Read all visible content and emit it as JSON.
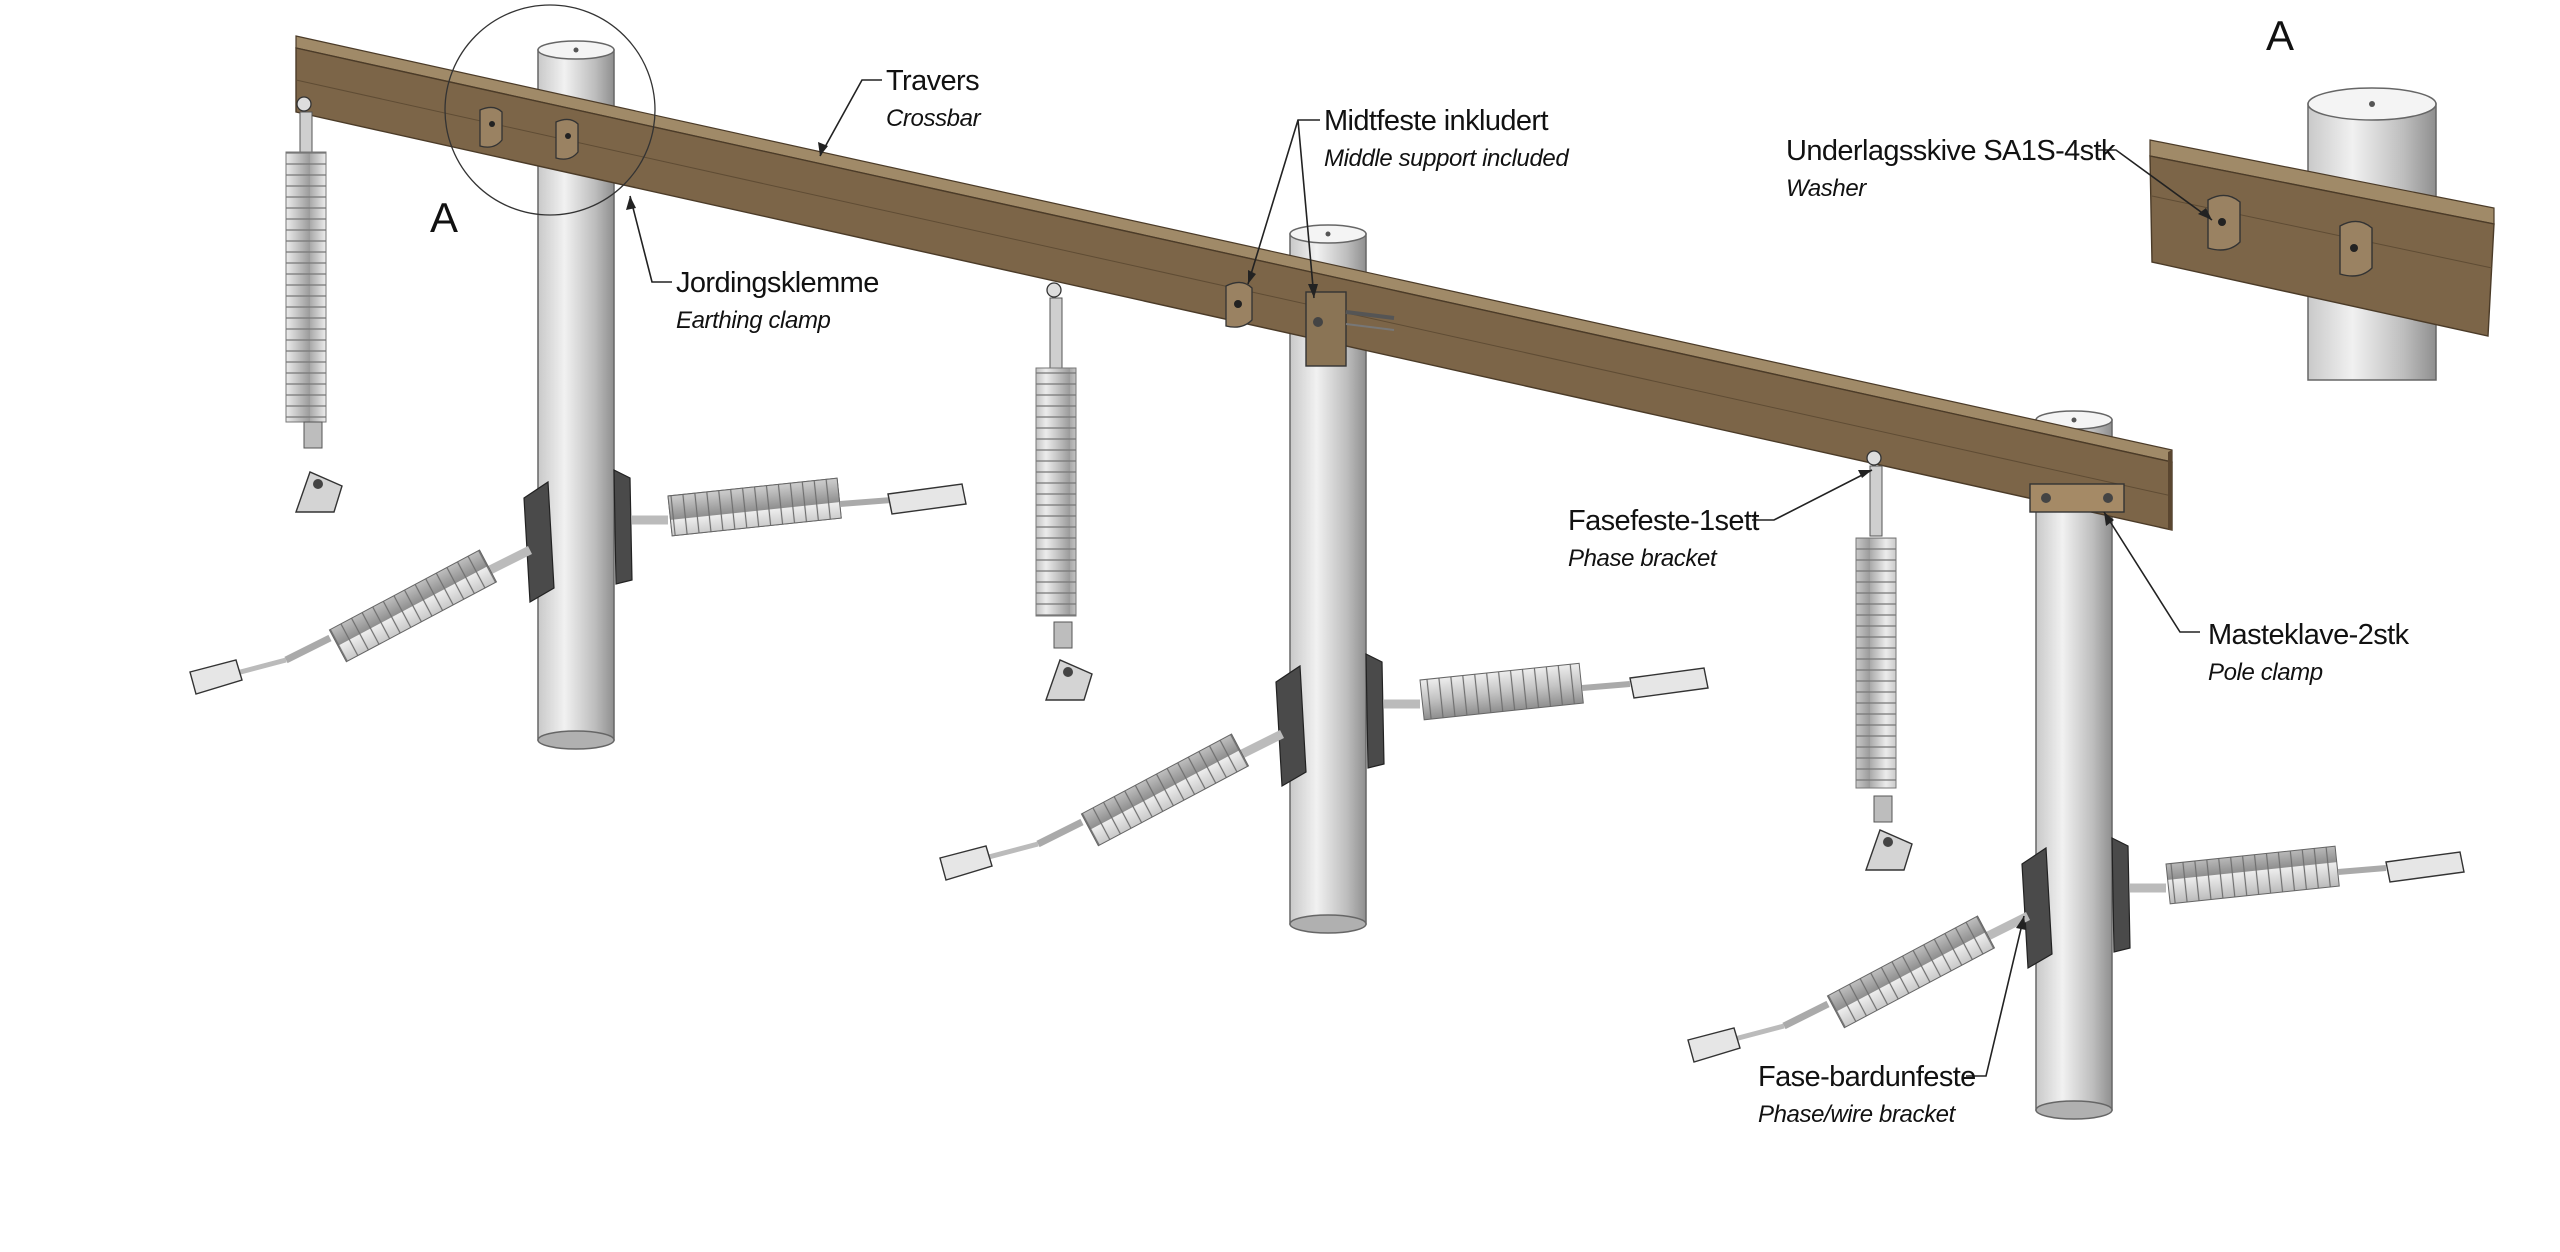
{
  "labels": {
    "travers": {
      "main": "Travers",
      "sub": "Crossbar"
    },
    "jording": {
      "main": "Jordingsklemme",
      "sub": "Earthing clamp"
    },
    "midtfeste": {
      "main": "Midtfeste inkludert",
      "sub": "Middle support included"
    },
    "underlag": {
      "main": "Underlagsskive SA1S-4stk",
      "sub": "Washer"
    },
    "fasefeste": {
      "main": "Fasefeste-1sett",
      "sub": "Phase bracket"
    },
    "masteklave": {
      "main": "Masteklave-2stk",
      "sub": "Pole clamp"
    },
    "fasebardun": {
      "main": "Fase-bardunfeste",
      "sub": "Phase/wire bracket"
    }
  },
  "detail": {
    "marker": "A",
    "inset_title": "A"
  },
  "colors": {
    "crossbar_top": "#8a7455",
    "crossbar_face": "#7a6448",
    "pole_light": "#e2e2e2",
    "pole_dark": "#9a9a9a",
    "insulator": "#cfcfcf",
    "bracket": "#4a4a4a",
    "line": "#222222"
  }
}
